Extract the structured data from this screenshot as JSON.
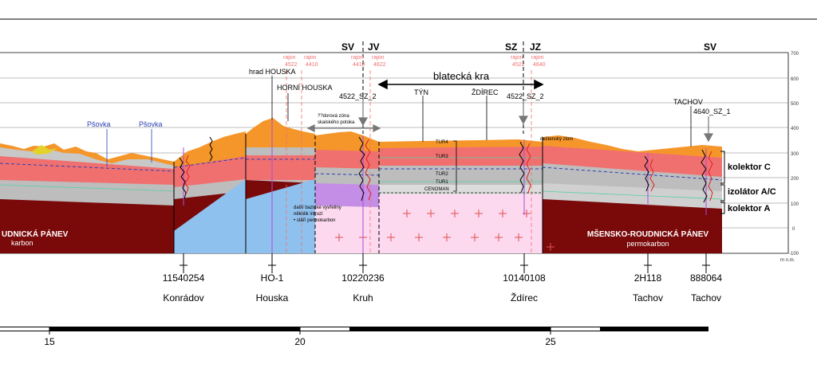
{
  "orientation": {
    "sv_left": "SV",
    "jv": "JV",
    "sz": "SZ",
    "jz": "JZ",
    "sv_right": "SV"
  },
  "rajon": {
    "r1": "rajon",
    "n1": "4522",
    "r2": "rajon",
    "n2": "4410",
    "r3": "rajon",
    "n3": "4410",
    "r4": "rajon",
    "n4": "4622",
    "r5": "rajon",
    "n5": "4522",
    "r6": "rajon",
    "n6": "4640"
  },
  "region_label": "blatecká kra",
  "places": {
    "psovka1": "Pšovka",
    "psovka2": "Pšovka",
    "hrad": "hrad HOUSKA",
    "horni": "HORNÍ HOUSKA",
    "tyn": "TÝN",
    "zdirec": "ŽDÍREC",
    "tachov": "TACHOV"
  },
  "wells": {
    "w1": "4522_SZ_2",
    "w2": "4522_SZ_2",
    "w3": "4640_SZ_1"
  },
  "annotations": {
    "zone1": "??dorová zóna",
    "zone2": "skalského potoka",
    "volc1": "další bazické vyvřeliny",
    "volc2": "několik intruzí",
    "volc3": "• stáří permokarbon",
    "fault": "deštenský zlom"
  },
  "units": [
    "TUR4",
    "TUR3",
    "TUR2",
    "TUR1",
    "CENOMAN"
  ],
  "kolektor": {
    "c": "kolektor C",
    "ac": "izolátor A/C",
    "a": "kolektor A"
  },
  "basins": {
    "left_name": "UDNICKÁ PÁNEV",
    "left_sub": "karbon",
    "right_name": "MŠENSKO-ROUDNICKÁ PÁNEV",
    "right_sub": "permokarbon"
  },
  "depth_axis": {
    "ticks": [
      "700",
      "600",
      "500",
      "400",
      "300",
      "200",
      "100",
      "0",
      "-100"
    ],
    "unit": "m n.m."
  },
  "boreholes": [
    {
      "id": "11540254",
      "name": "Konrádov"
    },
    {
      "id": "HO-1",
      "name": "Houska"
    },
    {
      "id": "10220236",
      "name": "Kruh"
    },
    {
      "id": "10140108",
      "name": "Ždírec"
    },
    {
      "id": "2H118",
      "name": "Tachov"
    },
    {
      "id": "888064",
      "name": "Tachov"
    }
  ],
  "scale": {
    "ticks": [
      "15",
      "20",
      "25"
    ]
  },
  "colors": {
    "orange": "#f5962a",
    "pink": "#f07070",
    "gray": "#bdbdbd",
    "darkred": "#7a0a0a",
    "blue": "#8fc1ee",
    "lightpink": "#fcd9ee",
    "purple": "#c48ee6",
    "lightgray": "#dcdcdc",
    "red": "#e02020"
  }
}
